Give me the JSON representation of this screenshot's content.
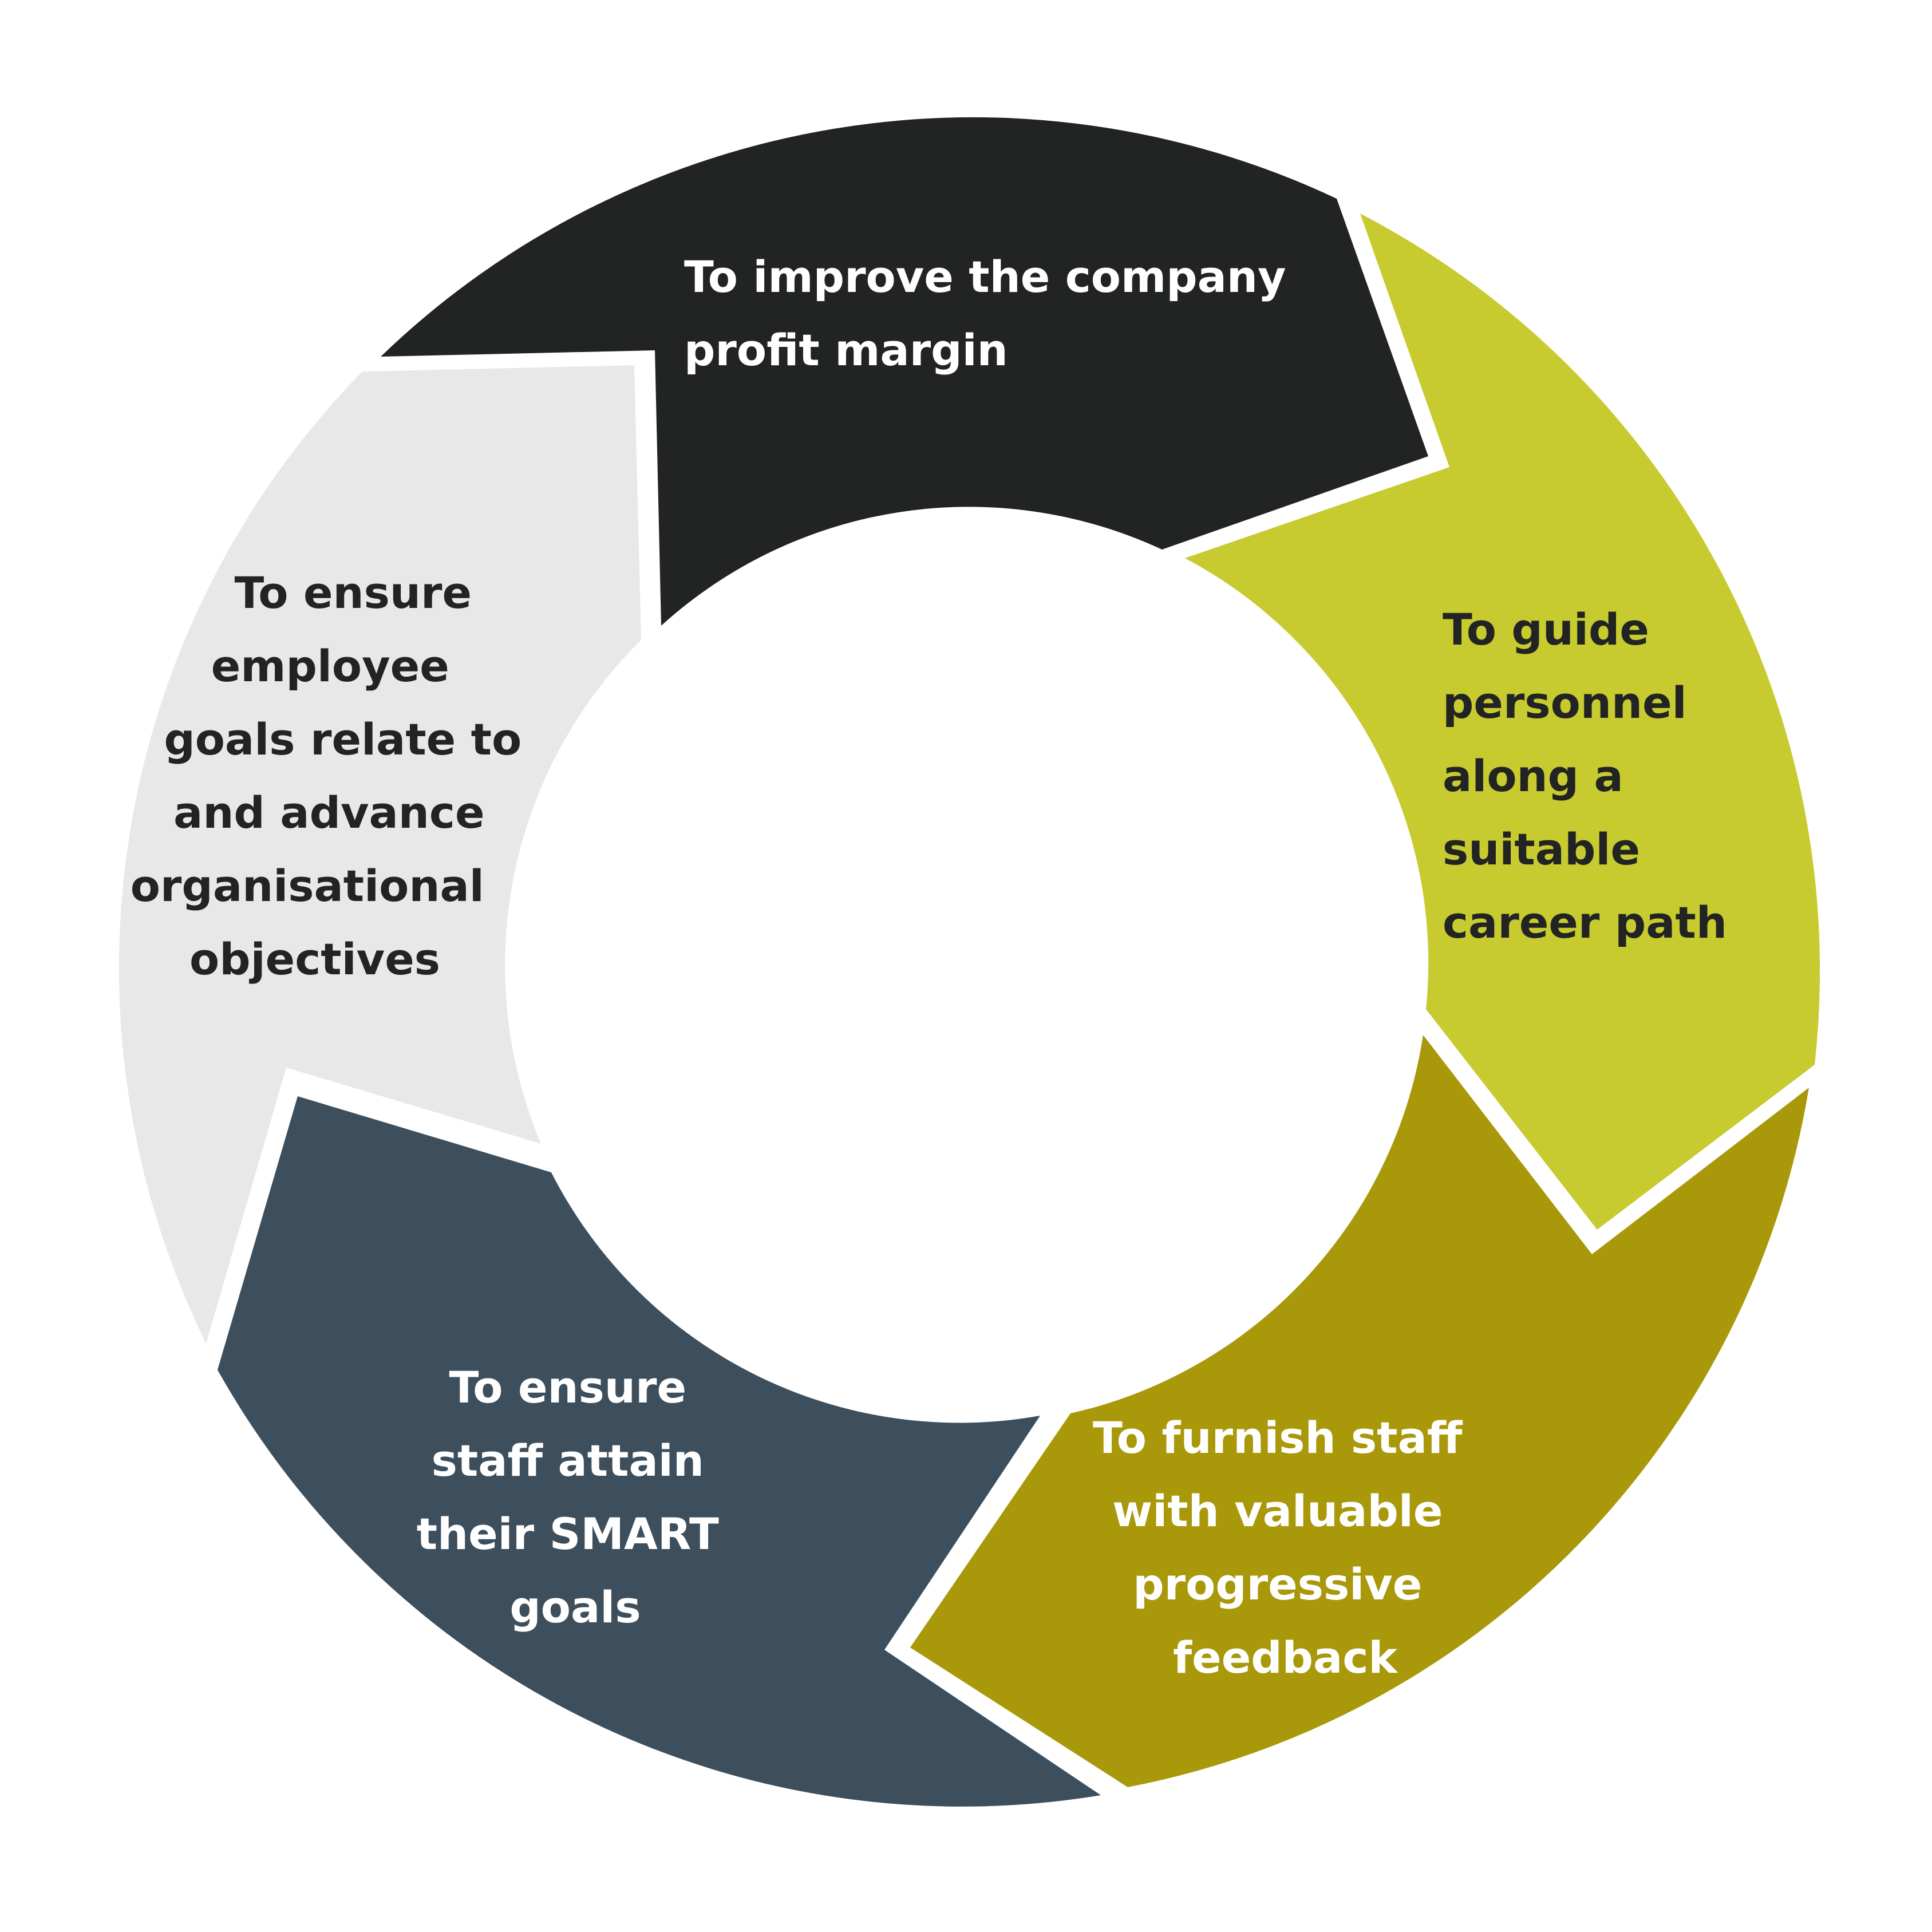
{
  "diagram": {
    "segments": [
      {
        "id": "profit",
        "color": "#222423",
        "text_color": "#ffffff",
        "lines": [
          "To improve the company",
          "profit margin"
        ]
      },
      {
        "id": "career",
        "color": "#c7cb2f",
        "text_color": "#222423",
        "lines": [
          "To guide",
          "personnel",
          "along a",
          "suitable",
          "career path"
        ]
      },
      {
        "id": "feedback",
        "color": "#a99809",
        "text_color": "#ffffff",
        "lines": [
          "To furnish staff",
          "with valuable",
          "progressive",
          "feedback"
        ]
      },
      {
        "id": "smart",
        "color": "#3d4e5c",
        "text_color": "#ffffff",
        "lines": [
          "To ensure",
          "staff attain",
          "their SMART",
          "goals"
        ]
      },
      {
        "id": "objectives",
        "color": "#e8e8e8",
        "text_color": "#222423",
        "lines": [
          "To ensure",
          "employee",
          "goals relate to",
          "and advance",
          "organisational",
          "objectives"
        ]
      }
    ]
  }
}
